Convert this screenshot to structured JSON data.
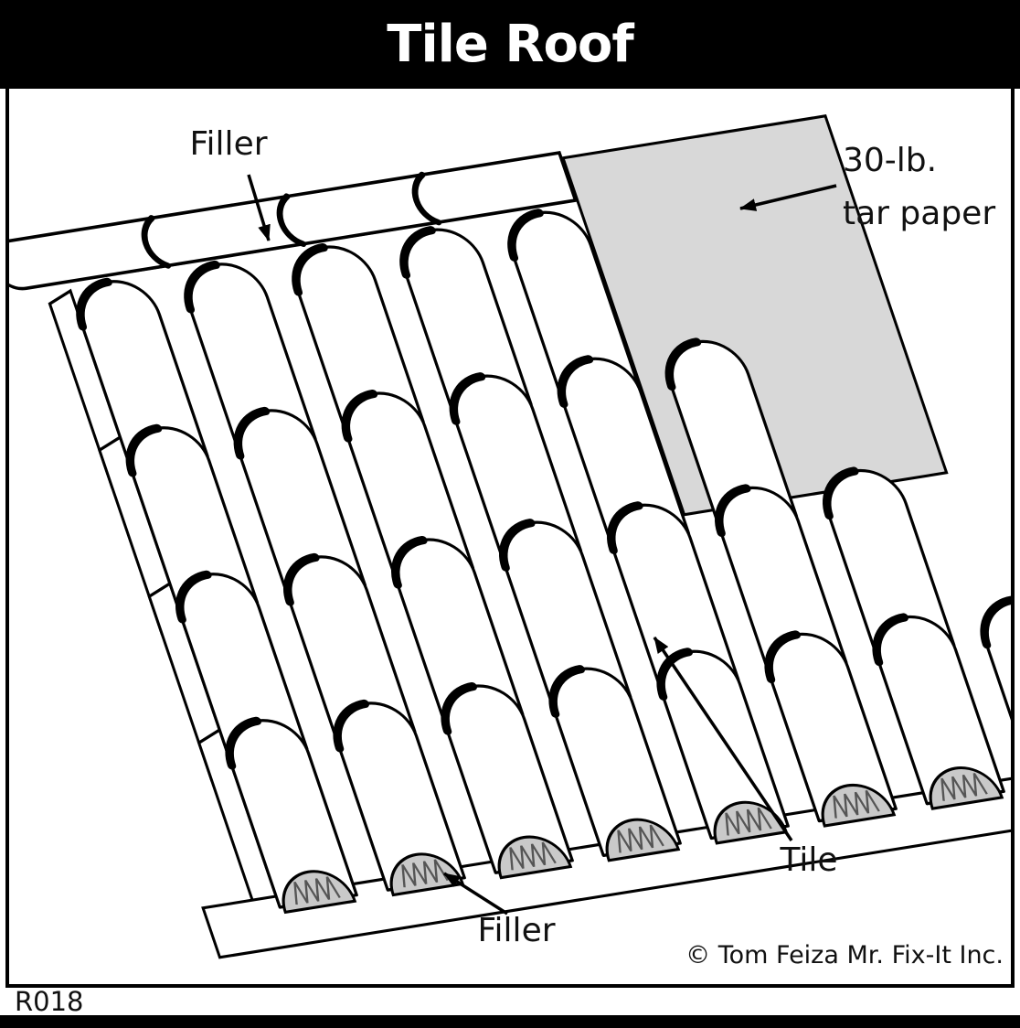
{
  "title": "Tile Roof",
  "figure_id": "R018",
  "copyright": "© Tom Feiza Mr. Fix-It Inc.",
  "labels": {
    "filler_top": "Filler",
    "tar_paper_line1": "30-lb.",
    "tar_paper_line2": "tar paper",
    "tile": "Tile",
    "filler_bottom": "Filler"
  },
  "colors": {
    "background": "#ffffff",
    "frame": "#000000",
    "line": "#000000",
    "tar_paper_fill": "#d8d8d8",
    "filler_fill": "#c9c9c9",
    "hatch": "#555555"
  }
}
